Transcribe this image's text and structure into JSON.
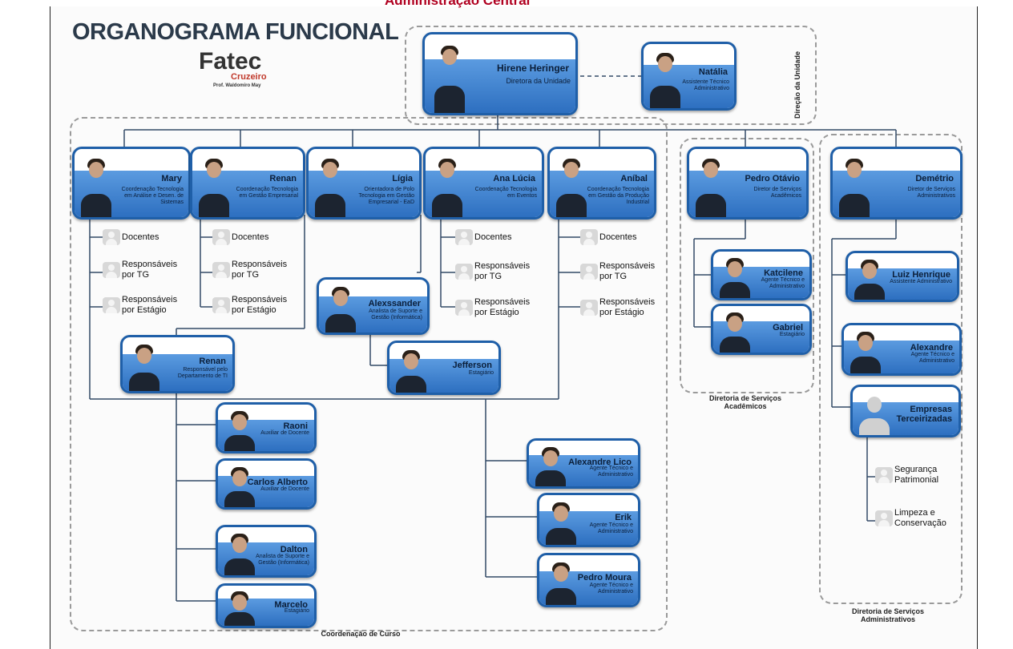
{
  "header": "Administração Central",
  "title": "ORGANOGRAMA FUNCIONAL",
  "logo": {
    "name": "Fatec",
    "subtitle": "Cruzeiro",
    "prof": "Prof. Waldomiro May"
  },
  "direction": {
    "label": "Direção da Unidade",
    "director": {
      "name": "Hirene Heringer",
      "role": "Diretora da Unidade"
    },
    "assistant": {
      "name": "Natália",
      "role": "Assistente Técnico Administrativo"
    }
  },
  "coordination": {
    "label": "Coordenação de Curso",
    "coordinators": [
      {
        "name": "Mary",
        "role": "Coordenação Tecnologia em Análise e Desen. de Sistemas"
      },
      {
        "name": "Renan",
        "role": "Coordenação Tecnologia em Gestão Empresarial"
      },
      {
        "name": "Lígia",
        "role": "Orientadora de Polo Tecnologia em Gestão Empresarial - EaD"
      },
      {
        "name": "Ana Lúcia",
        "role": "Coordenação Tecnologia em Eventos"
      },
      {
        "name": "Aníbal",
        "role": "Coordenação Tecnologia em Gestão da Produção Industrial"
      }
    ],
    "sub_items": [
      "Docentes",
      "Responsáveis por TG",
      "Responsáveis por Estágio"
    ],
    "support": [
      {
        "name": "Alexssander",
        "role": "Analista de Suporte e Gestão (Informática)"
      },
      {
        "name": "Jefferson",
        "role": "Estagiário"
      },
      {
        "name": "Renan",
        "role": "Responsável pelo Departamento de TI"
      },
      {
        "name": "Raoni",
        "role": "Auxiliar de Docente"
      },
      {
        "name": "Carlos Alberto",
        "role": "Auxiliar de Docente"
      },
      {
        "name": "Dalton",
        "role": "Analista de Suporte e Gestão (Informática)"
      },
      {
        "name": "Marcelo",
        "role": "Estagiário"
      },
      {
        "name": "Alexandre Lico",
        "role": "Agente Técnico e Administrativo"
      },
      {
        "name": "Erik",
        "role": "Agente Técnico e Administrativo"
      },
      {
        "name": "Pedro Moura",
        "role": "Agente Técnico e Administrativo"
      }
    ]
  },
  "academic": {
    "label": "Diretoria de Serviços Acadêmicos",
    "director": {
      "name": "Pedro Otávio",
      "role": "Diretor de Serviços Acadêmicos"
    },
    "staff": [
      {
        "name": "Katcilene",
        "role": "Agente Técnico e Administrativo"
      },
      {
        "name": "Gabriel",
        "role": "Estagiário"
      }
    ]
  },
  "administrative": {
    "label": "Diretoria de Serviços Administrativos",
    "director": {
      "name": "Demétrio",
      "role": "Diretor de Serviços Administrativos"
    },
    "staff": [
      {
        "name": "Luiz Henrique",
        "role": "Assistente Administrativo"
      },
      {
        "name": "Alexandre",
        "role": "Agente Técnico e Administrativo"
      },
      {
        "name": "Empresas Terceirizadas",
        "role": ""
      }
    ],
    "outsourced": [
      "Segurança Patrimonial",
      "Limpeza e Conservação"
    ]
  },
  "colors": {
    "card_border": "#1f5fa8",
    "card_band": "#4a8ad6",
    "header_red": "#b00020",
    "title": "#2b3a4a"
  }
}
